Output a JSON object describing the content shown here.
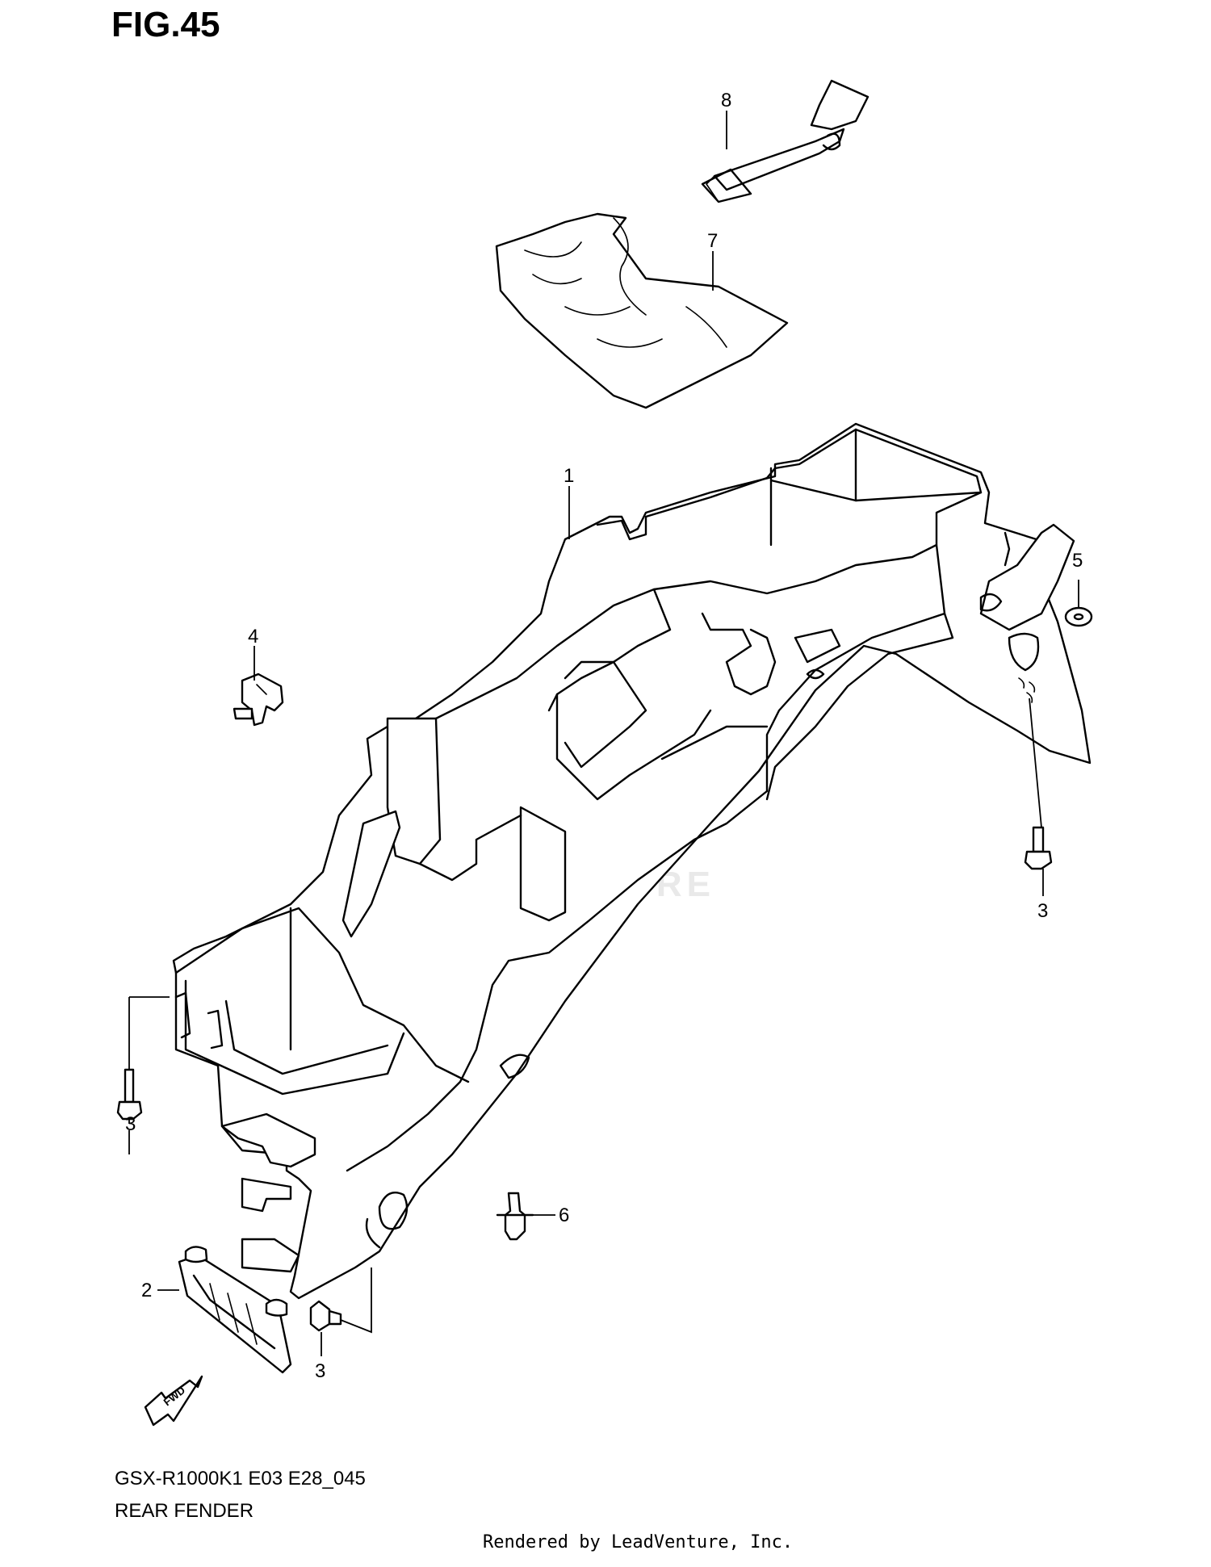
{
  "figure": {
    "title": "FIG.45",
    "model_code": "GSX-R1000K1 E03 E28_045",
    "name": "REAR FENDER"
  },
  "watermark": "LEADVENTURE",
  "credit": "Rendered by LeadVenture, Inc.",
  "direction_marker": "FWD",
  "callouts": {
    "c1": "1",
    "c2": "2",
    "c3a": "3",
    "c3b": "3",
    "c3c": "3",
    "c4": "4",
    "c5": "5",
    "c6": "6",
    "c7": "7",
    "c8": "8"
  }
}
